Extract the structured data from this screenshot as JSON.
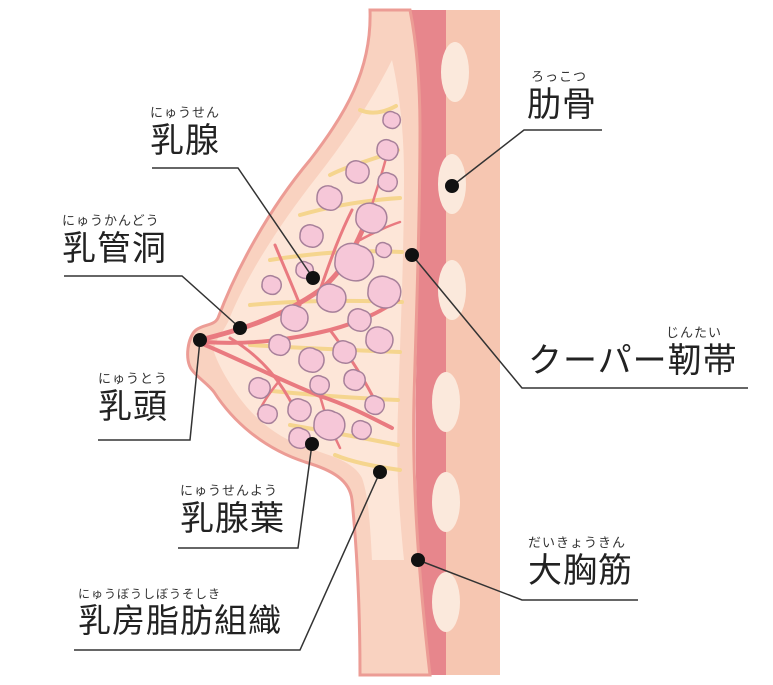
{
  "labels": {
    "rib": {
      "furigana": "ろっこつ",
      "name": "肋骨"
    },
    "mammary_gland": {
      "furigana": "にゅうせん",
      "name": "乳腺"
    },
    "lactiferous_duct": {
      "furigana": "にゅうかんどう",
      "name": "乳管洞"
    },
    "cooper_ligament": {
      "furigana": "じんたい",
      "name": "クーパー靭帯"
    },
    "nipple": {
      "furigana": "にゅうとう",
      "name": "乳頭"
    },
    "lobule": {
      "furigana": "にゅうせんよう",
      "name": "乳腺葉"
    },
    "pectoralis_major": {
      "furigana": "だいきょうきん",
      "name": "大胸筋"
    },
    "adipose_tissue": {
      "furigana": "にゅうぼうしぼうそしき",
      "name": "乳房脂肪組織"
    }
  },
  "colors": {
    "skin": "#f9d2c0",
    "skin_outline": "#ec9c95",
    "fat": "#fde6d8",
    "gland_fill": "#f6c7d8",
    "gland_outline": "#a7809a",
    "duct": "#e97a80",
    "muscle": "#e7868c",
    "rib_area": "#f6c6b1",
    "rib": "#fbe9dc",
    "ligament": "#f5d58e",
    "leader_line": "#333333"
  }
}
